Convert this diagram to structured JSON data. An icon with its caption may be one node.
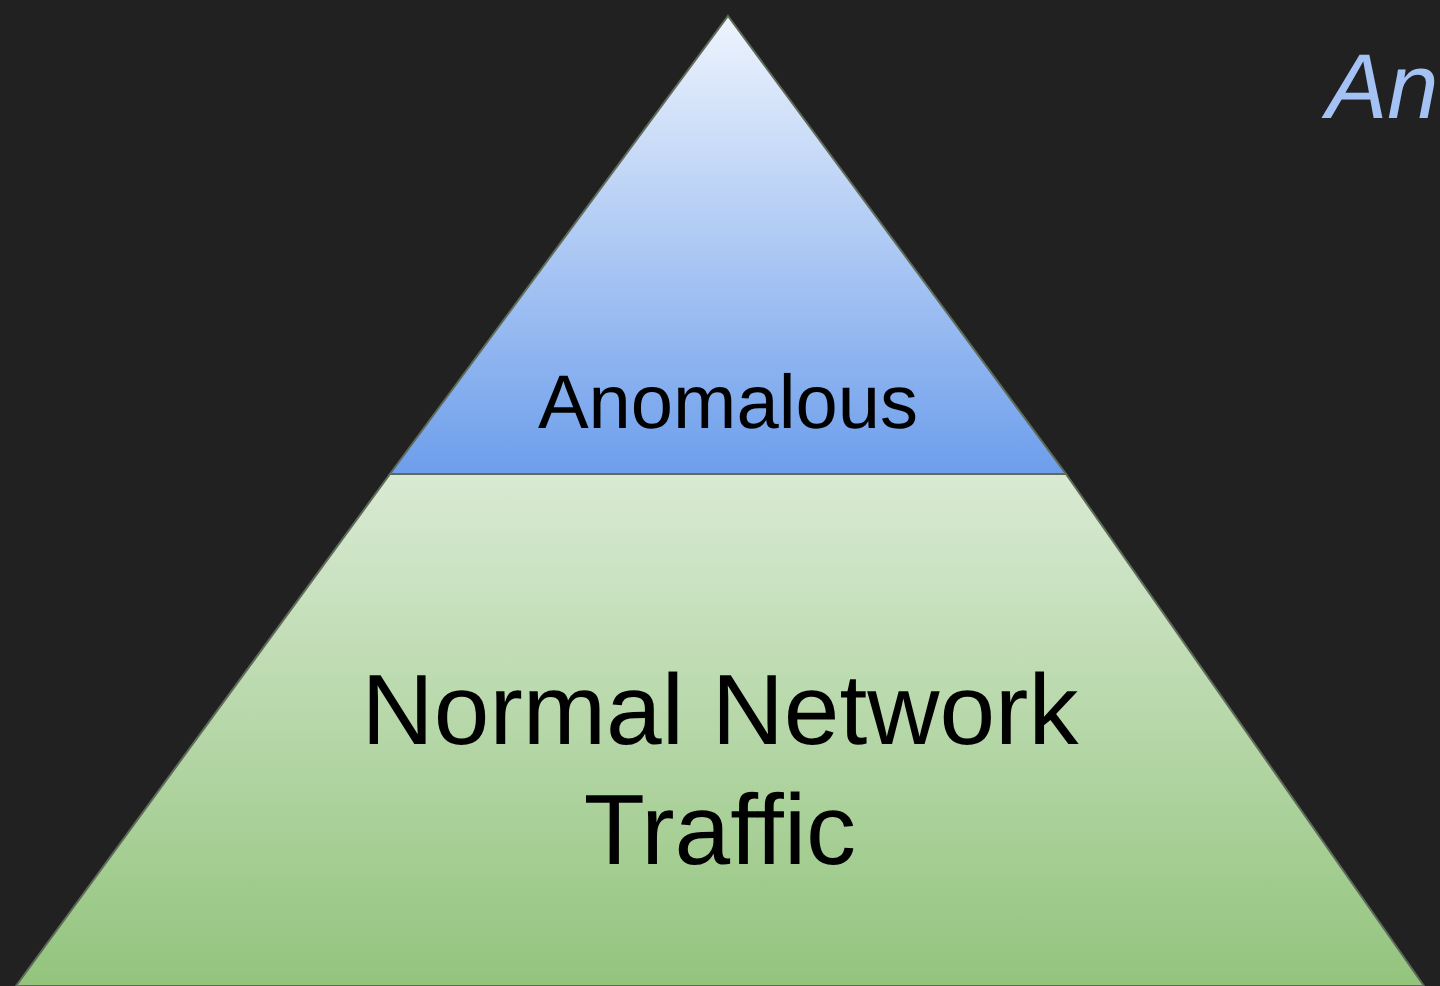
{
  "diagram": {
    "nodes": [
      {
        "text": [
          "Anomalous"
        ]
      },
      {
        "text": [
          "Normal Network Traffic"
        ]
      }
    ],
    "labels": [
      "An"
    ]
  }
}
